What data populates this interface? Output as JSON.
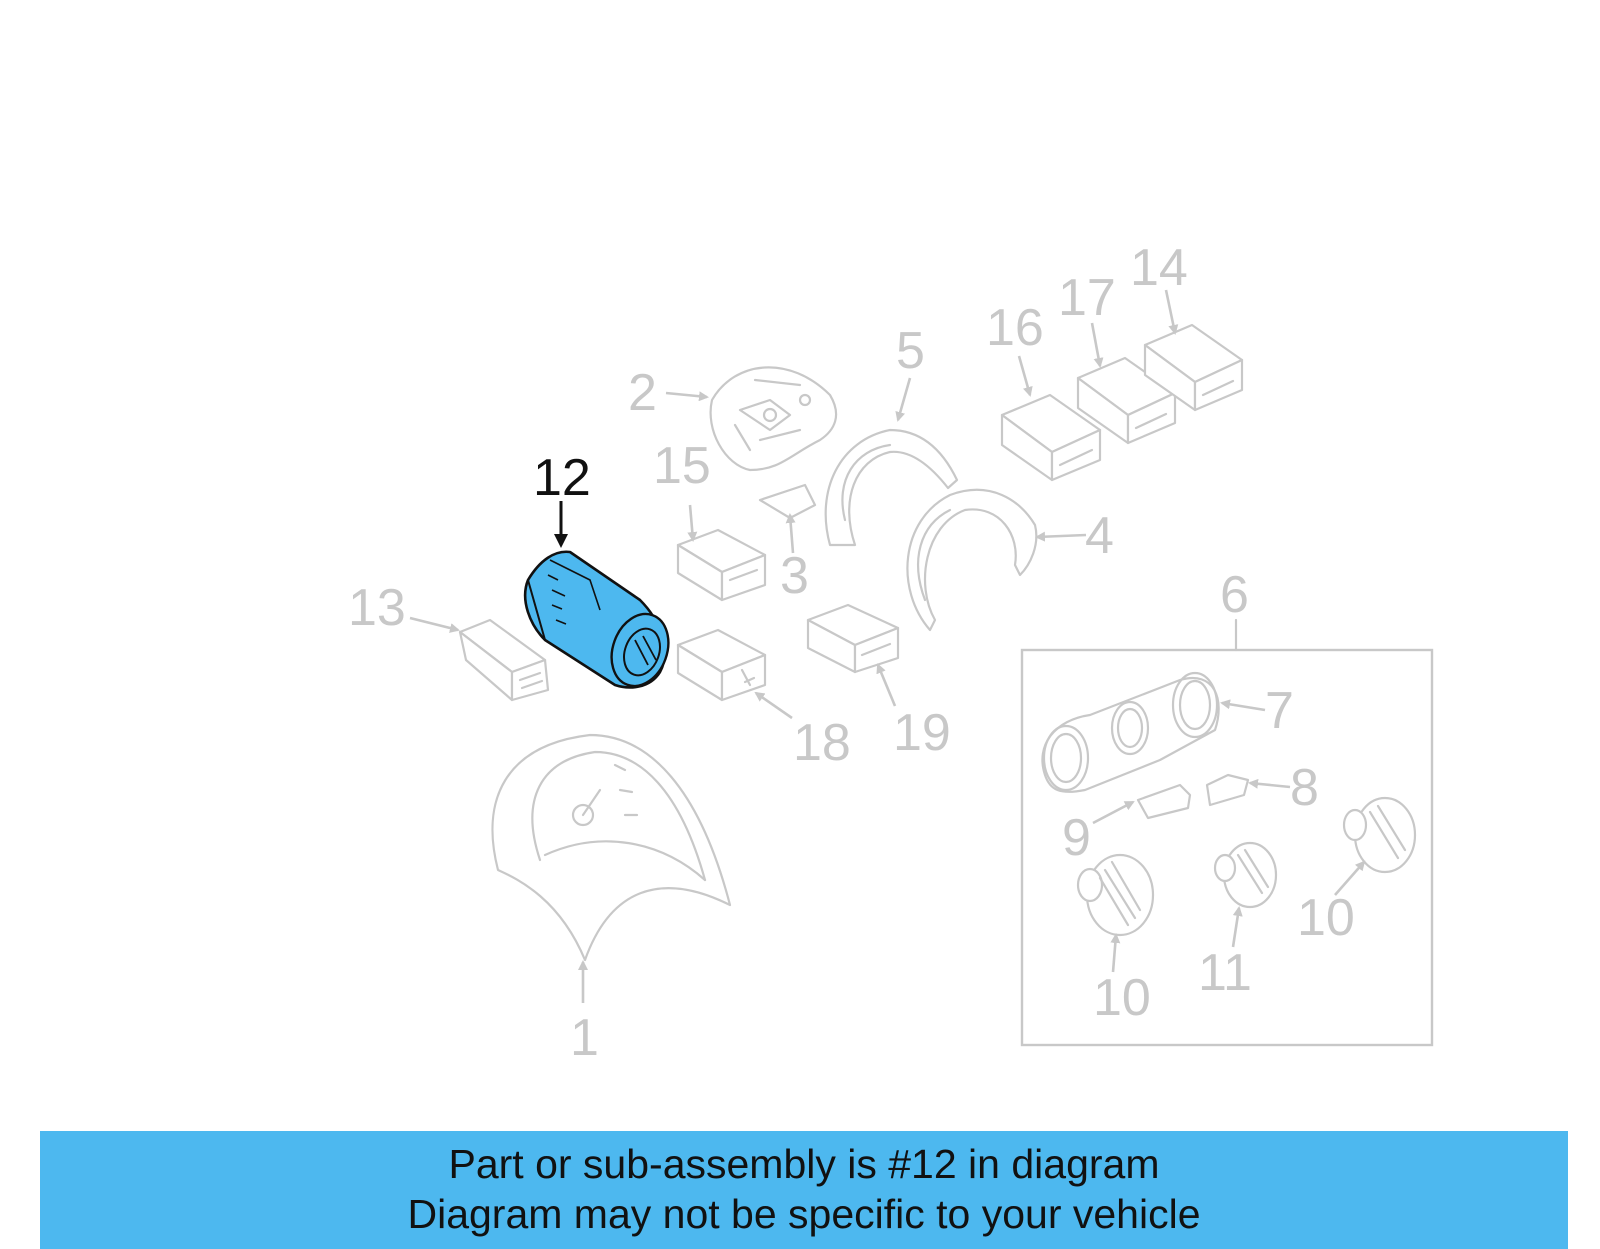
{
  "diagram": {
    "highlight_color": "#4db8ef",
    "callouts": {
      "c1": "1",
      "c2": "2",
      "c3": "3",
      "c4": "4",
      "c5": "5",
      "c6": "6",
      "c7": "7",
      "c8": "8",
      "c9": "9",
      "c10a": "10",
      "c10b": "10",
      "c11": "11",
      "c12": "12",
      "c13": "13",
      "c14": "14",
      "c15": "15",
      "c16": "16",
      "c17": "17",
      "c18": "18",
      "c19": "19"
    }
  },
  "banner": {
    "line1": "Part or sub-assembly is #12 in diagram",
    "line2": "Diagram may not be specific to your vehicle"
  }
}
